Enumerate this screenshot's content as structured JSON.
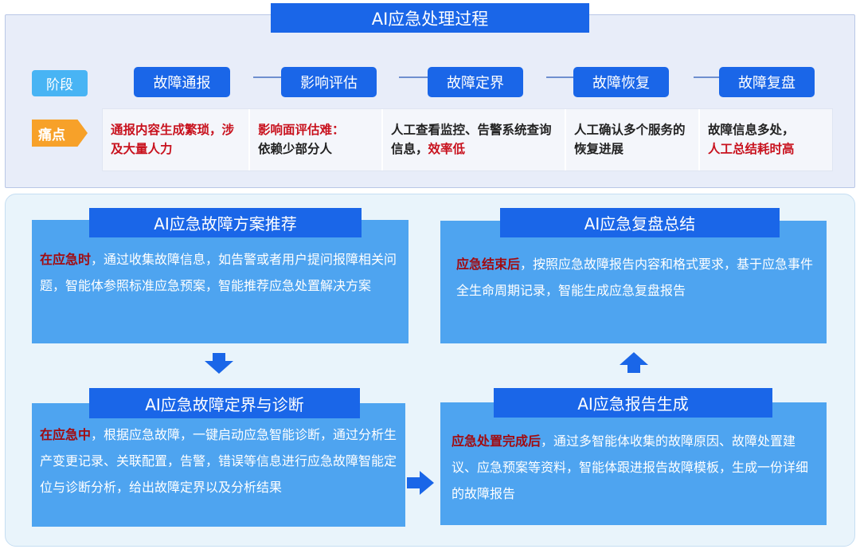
{
  "title": "AI应急处理过程",
  "stage_label": "阶段",
  "pain_label": "痛点",
  "stages": [
    "故障通报",
    "影响评估",
    "故障定界",
    "故障恢复",
    "故障复盘"
  ],
  "pain_points": [
    {
      "a": "通报内容生成繁琐，涉及大量人力",
      "a_red": true,
      "b": ""
    },
    {
      "a": "影响面评估难：",
      "a_red": true,
      "b": "依赖少部分人"
    },
    {
      "a": "人工查看监控、告警系统查询信息，",
      "a_red": false,
      "b": "效率低"
    },
    {
      "a": "人工确认多个服务的恢复进展",
      "a_red": false,
      "b": ""
    },
    {
      "a": "故障信息多处，",
      "a_red": false,
      "b": "人工总结耗时高"
    }
  ],
  "cards": {
    "recommend": {
      "title": "AI应急故障方案推荐",
      "highlight": "在应急时",
      "text": "，通过收集故障信息，如告警或者用户提问报障相关问题，智能体参照标准应急预案，智能推荐应急处置解决方案"
    },
    "diagnosis": {
      "title": "AI应急故障定界与诊断",
      "highlight": "在应急中",
      "text": "，根据应急故障，一键启动应急智能诊断，通过分析生产变更记录、关联配置，告警，错误等信息进行应急故障智能定位与诊断分析，给出故障定界以及分析结果"
    },
    "review": {
      "title": "AI应急复盘总结",
      "highlight": "应急结束后",
      "text": "，按照应急故障报告内容和格式要求，基于应急事件全生命周期记录，智能生成应急复盘报告"
    },
    "report": {
      "title": "AI应急报告生成",
      "highlight": "应急处置完成后",
      "text": "，通过多智能体收集的故障原因、故障处置建议、应急预案等资料，智能体跟进报告故障模板，生成一份详细的故障报告"
    }
  },
  "colors": {
    "primary": "#1a66e8",
    "card": "#4ea4f0",
    "accent_orange": "#f7a129",
    "label_blue": "#48b4f4",
    "highlight_red": "#c8121e"
  }
}
